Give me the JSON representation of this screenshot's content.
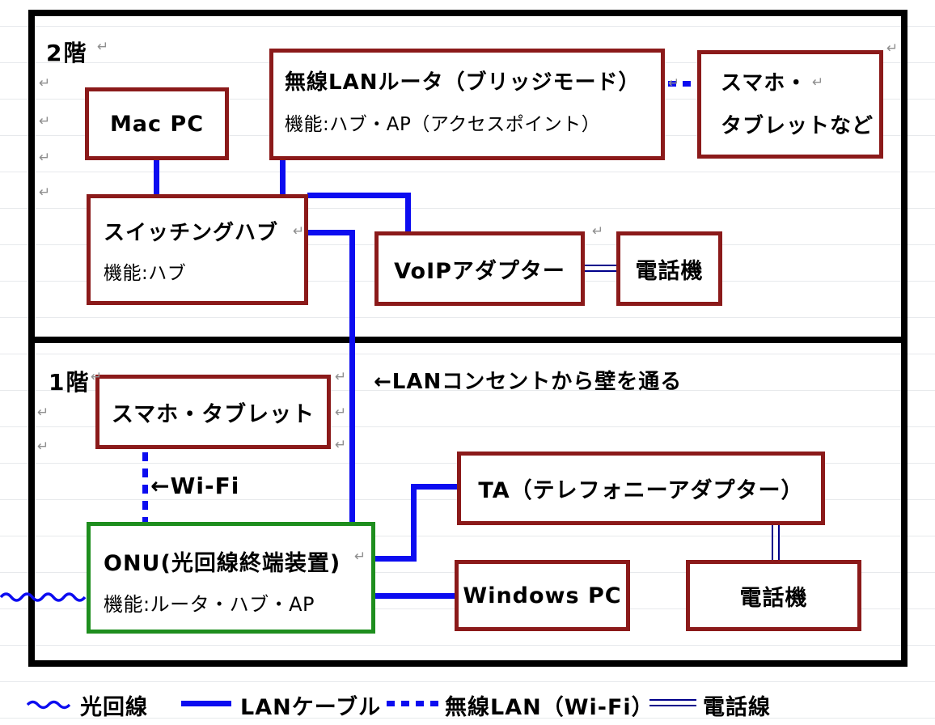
{
  "floors": {
    "f2_label": "2階",
    "f1_label": "1階"
  },
  "boxes": {
    "mac_pc": {
      "label": "Mac PC"
    },
    "router": {
      "title": "無線LANルータ（ブリッジモード）",
      "subtitle": "機能:ハブ・AP（アクセスポイント）"
    },
    "sumaho_2f": {
      "line1": "スマホ・",
      "line2": "タブレットなど"
    },
    "hub": {
      "title": "スイッチングハブ",
      "subtitle": "機能:ハブ"
    },
    "voip": {
      "label": "VoIPアダプター"
    },
    "phone_2f": {
      "label": "電話機"
    },
    "sumaho_1f": {
      "label": "スマホ・タブレット"
    },
    "ta": {
      "label": "TA（テレフォニーアダプター）"
    },
    "onu": {
      "title": "ONU(光回線終端装置)",
      "subtitle": "機能:ルータ・ハブ・AP"
    },
    "windows_pc": {
      "label": "Windows PC"
    },
    "phone_1f": {
      "label": "電話機"
    }
  },
  "annotations": {
    "lan_outlet": "←LANコンセントから壁を通る",
    "wifi": "←Wi-Fi"
  },
  "legend": {
    "fiber": "光回線",
    "lan": "LANケーブル",
    "wifi": "無線LAN（Wi-Fi）",
    "phone": "電話線"
  },
  "marks": {
    "return": "↵"
  },
  "colors": {
    "box_border": "#8b1a1a",
    "onu_border": "#1e8e1e",
    "lan_cable": "#0c0cf0",
    "phone_line": "#00008b",
    "outline": "#000000",
    "gridline": "#e7e9ec"
  }
}
